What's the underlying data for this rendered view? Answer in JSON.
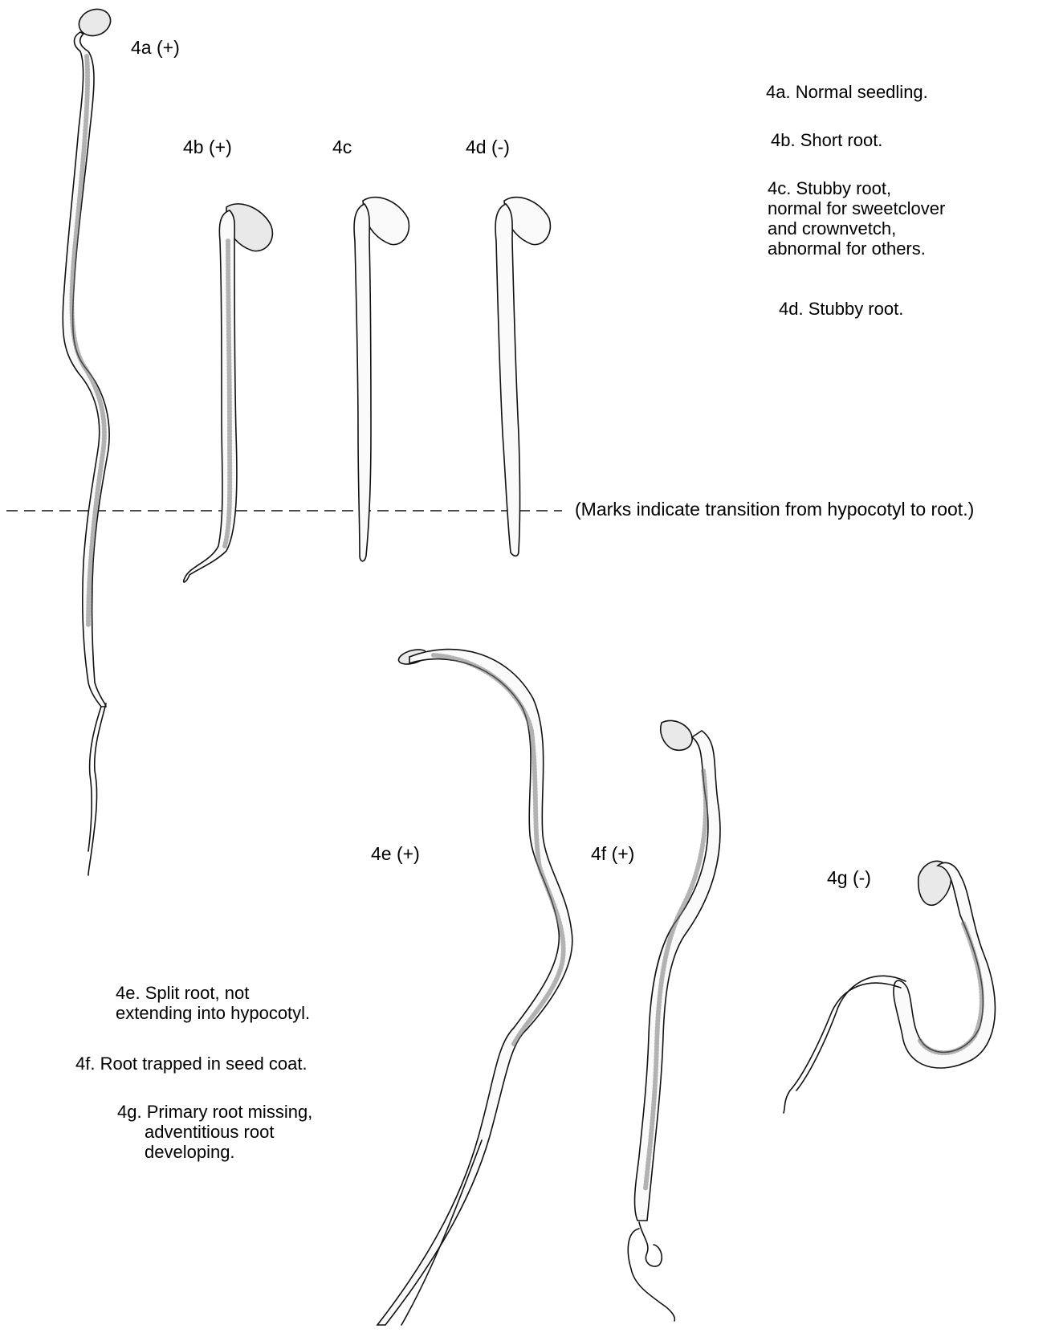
{
  "labels": {
    "a": "4a (+)",
    "b": "4b (+)",
    "c": "4c",
    "d": "4d (-)",
    "e": "4e (+)",
    "f": "4f (+)",
    "g": "4g (-)"
  },
  "descriptions_top": {
    "a": "4a. Normal seedling.",
    "b": "4b. Short root.",
    "c_lines": [
      "4c. Stubby root,",
      "normal for sweetclover",
      "and crownvetch,",
      "abnormal for others."
    ],
    "d": "4d. Stubby root."
  },
  "transition_note": "(Marks indicate transition from hypocotyl to root.)",
  "descriptions_bottom": {
    "e_lines": [
      "4e. Split root, not",
      "extending into hypocotyl."
    ],
    "f": "4f. Root trapped in seed coat.",
    "g_lines": [
      "4g. Primary root missing,",
      "adventitious root",
      "developing."
    ]
  }
}
